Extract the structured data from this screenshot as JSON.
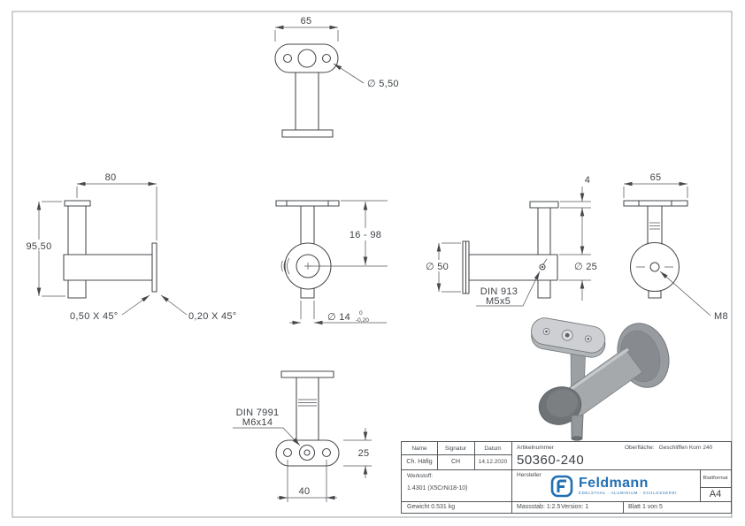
{
  "sheet": {
    "type": "technical-drawing",
    "colors": {
      "line": "#45494d",
      "dim_text": "#3e4246",
      "frame": "#9ca1a5",
      "logo_blue": "#2170b3",
      "render_gray": "#9b9ea2"
    }
  },
  "dims": {
    "top_width": "65",
    "top_hole": "∅ 5,50",
    "side_width": "80",
    "side_height": "95,50",
    "chamfer_left": "0,50 X 45°",
    "chamfer_right": "0,20 X 45°",
    "front_range": "16 - 98",
    "front_dia": "∅ 14",
    "front_tol_hi": "0",
    "front_tol_lo": "-0,20",
    "right_cap": "4",
    "right_disc": "∅ 50",
    "right_arm": "∅ 25",
    "right_screw1": "DIN 913",
    "right_screw2": "M5x5",
    "back_width": "65",
    "back_thread": "M8",
    "bottom_screw1": "DIN 7991",
    "bottom_screw2": "M6x14",
    "bottom_plate": "25",
    "bottom_holes": "40"
  },
  "title_block": {
    "name_label": "Name",
    "signature_label": "Signatur",
    "date_label": "Datum",
    "article_label": "Artikelnummer",
    "name_value": "Ch. Häfig",
    "signature_value": "CH",
    "date_value": "14.12.2020",
    "article_value": "50360-240",
    "surface_label": "Oberfläche:",
    "surface_value": "Geschliffen Korn 240",
    "material_label": "Werkstoff:",
    "material_value": "1.4301 (X5CrNi18-10)",
    "manufacturer_label": "Hersteller",
    "logo_text": "Feldmann",
    "logo_tagline": "EDELSTAHL · ALUMINIUM · SCHLOSSEREI",
    "sheet_format_label": "Blattformat",
    "sheet_format_value": "A4",
    "weight": "Gewicht 0.531 kg",
    "scale": "Massstab: 1:2.5",
    "version": "Version: 1",
    "sheet_number": "Blatt 1 von 5"
  }
}
